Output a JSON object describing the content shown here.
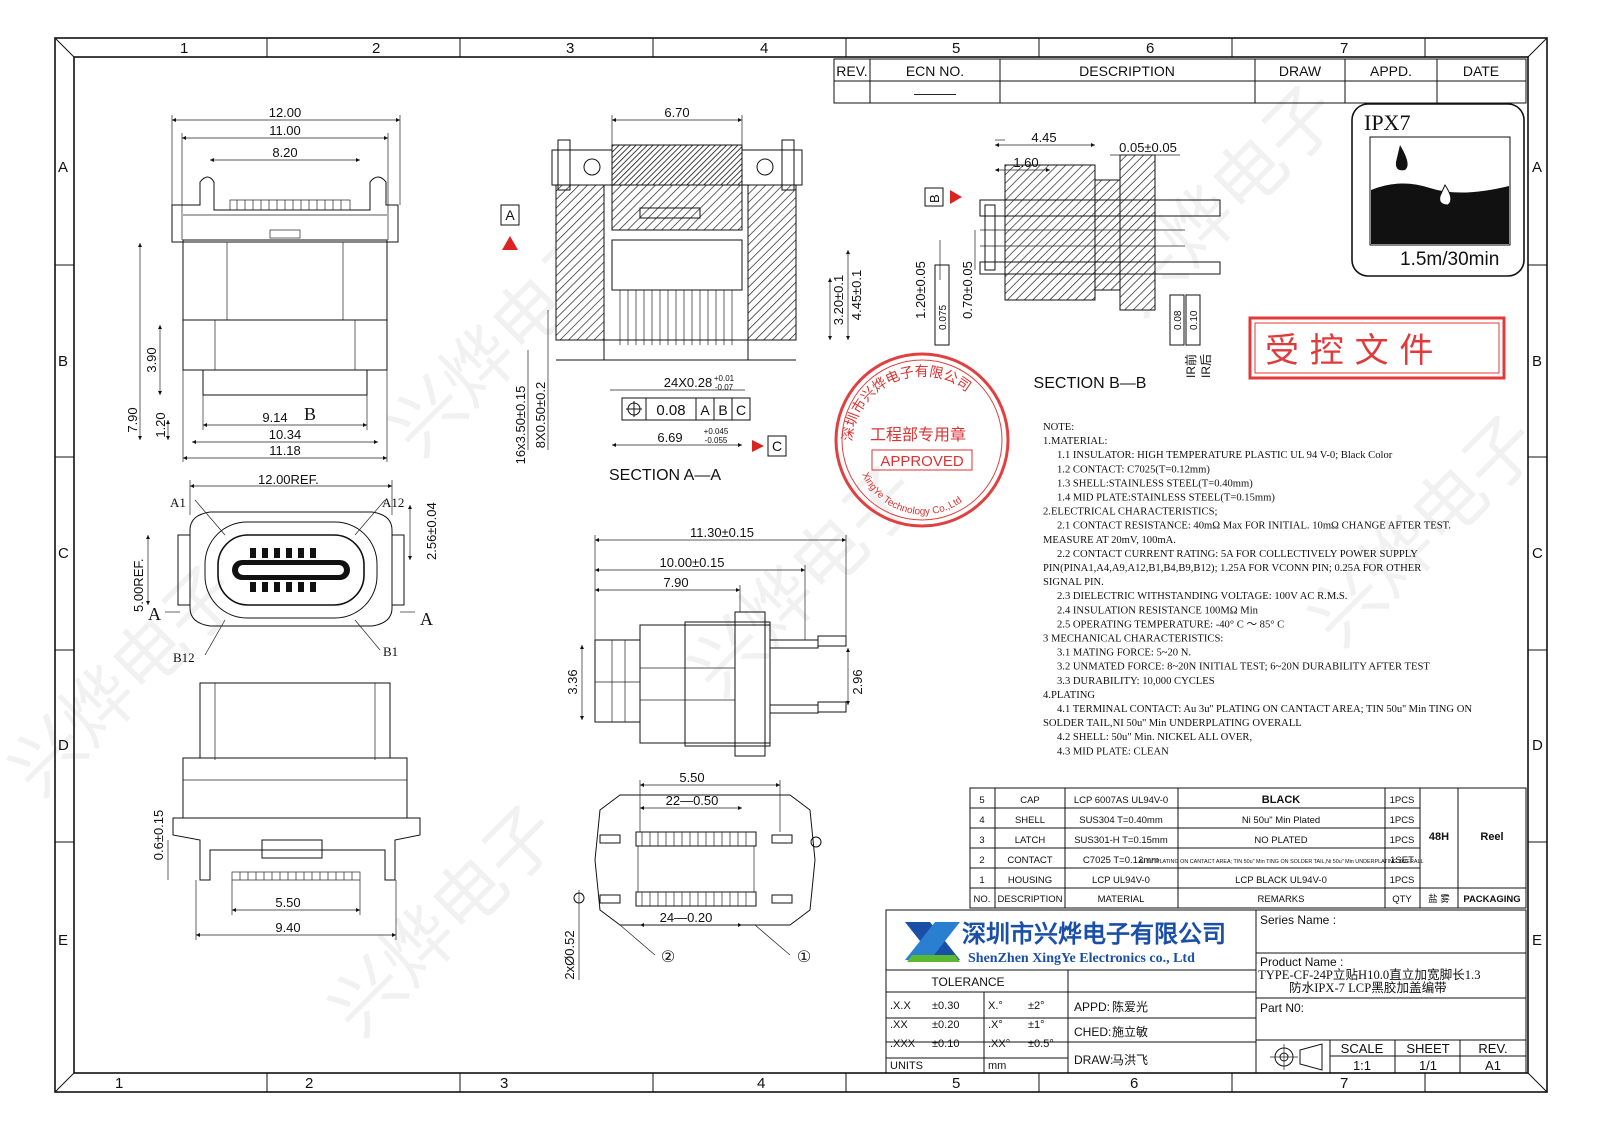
{
  "frame": {
    "zones_top": [
      "1",
      "2",
      "3",
      "4",
      "5",
      "6",
      "7"
    ],
    "zones_side": [
      "A",
      "B",
      "C",
      "D",
      "E"
    ]
  },
  "rev_table": {
    "headers": [
      "REV.",
      "ECN NO.",
      "DESCRIPTION",
      "DRAW",
      "APPD.",
      "DATE"
    ],
    "row": [
      "",
      "———",
      "",
      "",
      "",
      ""
    ]
  },
  "ipx7": {
    "label": "IPX7",
    "spec": "1.5m/30min"
  },
  "stamp_controlled": "受 控 文 件",
  "seal": {
    "top_text": "深圳市兴烨电子有限公司",
    "middle_text": "工程部专用章",
    "approved": "APPROVED",
    "en_text": "XingYe Technology Co.,Ltd"
  },
  "views": {
    "front_top": {
      "dims": [
        "12.00",
        "11.00",
        "8.20",
        "3.90",
        "7.90",
        "1.20",
        "9.14",
        "10.34",
        "11.18"
      ],
      "tag": "B"
    },
    "section_aa": {
      "dims": [
        "6.70",
        "3.20±0.1",
        "4.45±0.1",
        "24X0.28",
        "+0.01",
        "-0.07",
        "16x3.50±0.15",
        "8X0.50±0.2",
        "0.08",
        "6.69",
        "+0.045",
        "-0.055"
      ],
      "refs": [
        "A",
        "B",
        "C"
      ],
      "label": "SECTION A—A",
      "datum_a": "A",
      "datum_c": "C"
    },
    "section_bb": {
      "dims": [
        "4.45",
        "1.60",
        "0.05±0.05",
        "1.20±0.05",
        "0.075",
        "0.70±0.05",
        "0.08",
        "0.10"
      ],
      "datum": "B",
      "label": "SECTION B—B",
      "ir_front": "IR前",
      "ir_back": "IR后"
    },
    "face_view": {
      "dims": [
        "12.00REF.",
        "2.56±0.04",
        "5.00REF."
      ],
      "pins": [
        "A1",
        "A12",
        "B12",
        "B1"
      ],
      "cut": "A"
    },
    "side_view": {
      "dims": [
        "11.30±0.15",
        "10.00±0.15",
        "7.90",
        "3.36",
        "2.96"
      ]
    },
    "bottom_view": {
      "dims": [
        "0.6±0.15",
        "5.50",
        "9.40"
      ]
    },
    "footprint": {
      "dims": [
        "5.50",
        "22—0.50",
        "24—0.20",
        "2xØ0.52"
      ],
      "callouts": [
        "②",
        "①"
      ]
    }
  },
  "notes": [
    "NOTE:",
    "1.MATERIAL:",
    "1.1 INSULATOR: HIGH TEMPERATURE PLASTIC UL 94 V-0; Black Color",
    "1.2 CONTACT: C7025(T=0.12mm)",
    "1.3 SHELL:STAINLESS STEEL(T=0.40mm)",
    "1.4 MID PLATE:STAINLESS STEEL(T=0.15mm)",
    "2.ELECTRICAL CHARACTERISTICS;",
    "2.1 CONTACT RESISTANCE: 40mΩ Max FOR INITIAL. 10mΩ CHANGE AFTER TEST.",
    "MEASURE AT 20mV, 100mA.",
    "2.2 CONTACT CURRENT RATING: 5A FOR COLLECTIVELY POWER SUPPLY",
    "PIN(PINA1,A4,A9,A12,B1,B4,B9,B12); 1.25A FOR VCONN PIN; 0.25A FOR OTHER",
    "SIGNAL PIN.",
    "2.3 DIELECTRIC WITHSTANDING VOLTAGE: 100V AC R.M.S.",
    "2.4 INSULATION RESISTANCE 100MΩ Min",
    "2.5 OPERATING TEMPERATURE: -40° C ～ 85° C",
    "3 MECHANICAL CHARACTERISTICS:",
    "3.1 MATING FORCE: 5~20 N.",
    "3.2 UNMATED FORCE: 8~20N INITIAL TEST; 6~20N DURABILITY AFTER TEST",
    "3.3 DURABILITY: 10,000 CYCLES",
    "4.PLATING",
    "4.1 TERMINAL CONTACT: Au 3u'' PLATING ON CANTACT AREA; TIN 50u'' Min TING ON",
    "SOLDER TAIL,NI 50u'' Min UNDERPLATING OVERALL",
    "4.2 SHELL: 50u\" Min. NICKEL ALL OVER,",
    "4.3 MID PLATE: CLEAN"
  ],
  "bom": {
    "rows": [
      [
        "5",
        "CAP",
        "LCP 6007AS UL94V-0",
        "BLACK",
        "1PCS"
      ],
      [
        "4",
        "SHELL",
        "SUS304 T=0.40mm",
        "Ni 50u\" Min Plated",
        "1PCS"
      ],
      [
        "3",
        "LATCH",
        "SUS301-H T=0.15mm",
        "NO PLATED",
        "1PCS"
      ],
      [
        "2",
        "CONTACT",
        "C7025 T=0.12mm",
        "Au 3u\" PLATING ON CANTACT AREA; TIN 50u\" Min TING ON SOLDER TAIL,Ni 50u\" Min UNDERPLATING OVERALL",
        "1SET"
      ],
      [
        "1",
        "HOUSING",
        "LCP UL94V-0",
        "LCP BLACK UL94V-0",
        "1PCS"
      ]
    ],
    "header": [
      "NO.",
      "DESCRIPTION",
      "MATERIAL",
      "REMARKS",
      "QTY"
    ],
    "extra_header": "盐 雾",
    "packaging_header": "PACKAGING",
    "salt_spray": "48H",
    "packaging": "Reel"
  },
  "title_block": {
    "company_cn": "深圳市兴烨电子有限公司",
    "company_en": "ShenZhen XingYe Electronics co., Ltd",
    "series_label": "Series Name :",
    "product_label": "Product Name :",
    "product_line1": "TYPE-CF-24P立贴H10.0直立加宽脚长1.3",
    "product_line2": "防水IPX-7 LCP黑胶加盖编带",
    "part_label": "Part N0:",
    "tolerance_label": "TOLERANCE",
    "tolerances": [
      [
        ".X.X",
        "±0.30",
        "X.°",
        "±2°"
      ],
      [
        ".XX",
        "±0.20",
        ".X°",
        "±1°"
      ],
      [
        ".XXX",
        "±0.10",
        ".XX°",
        "±0.5°"
      ]
    ],
    "units_label": "UNITS",
    "units_value": "mm",
    "appd": "APPD:",
    "appd_name": "陈爱光",
    "ched": "CHED:",
    "ched_name": "施立敏",
    "draw": "DRAW:",
    "draw_name": "马洪飞",
    "scale_label": "SCALE",
    "scale": "1:1",
    "sheet_label": "SHEET",
    "sheet": "1/1",
    "rev_label": "REV.",
    "rev": "A1"
  },
  "watermark": "兴烨电子"
}
